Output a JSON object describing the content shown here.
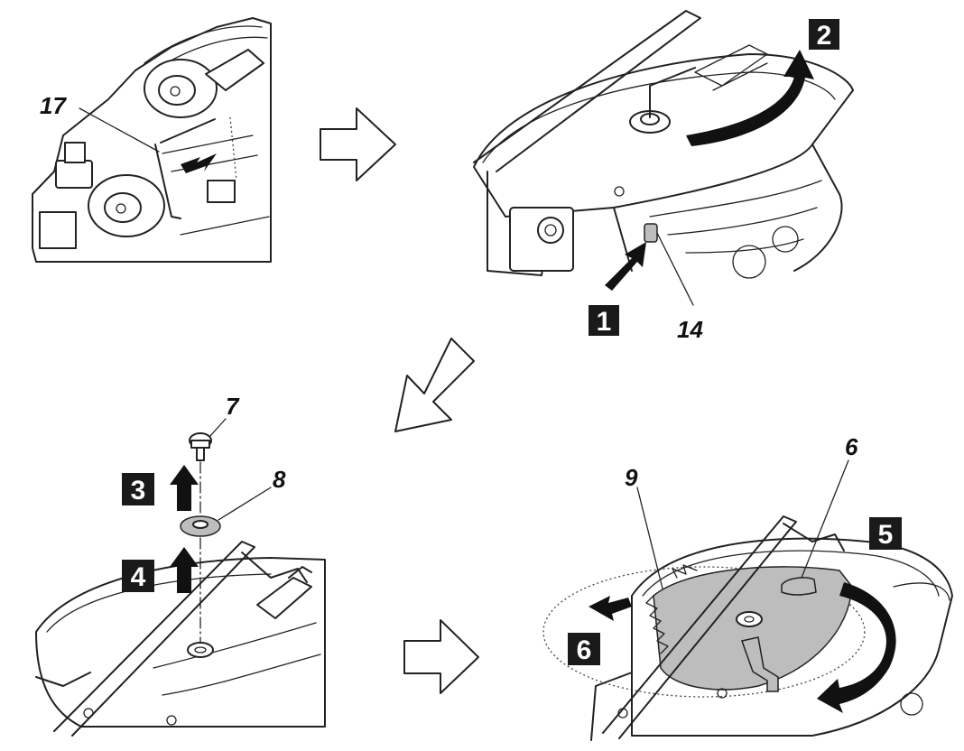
{
  "callouts": {
    "allen_wrench": "17",
    "lock_lever": "14",
    "bolt": "7",
    "flange": "8",
    "blade": "9",
    "guard": "6"
  },
  "steps": {
    "s1": "1",
    "s2": "2",
    "s3": "3",
    "s4": "4",
    "s5": "5",
    "s6": "6"
  }
}
